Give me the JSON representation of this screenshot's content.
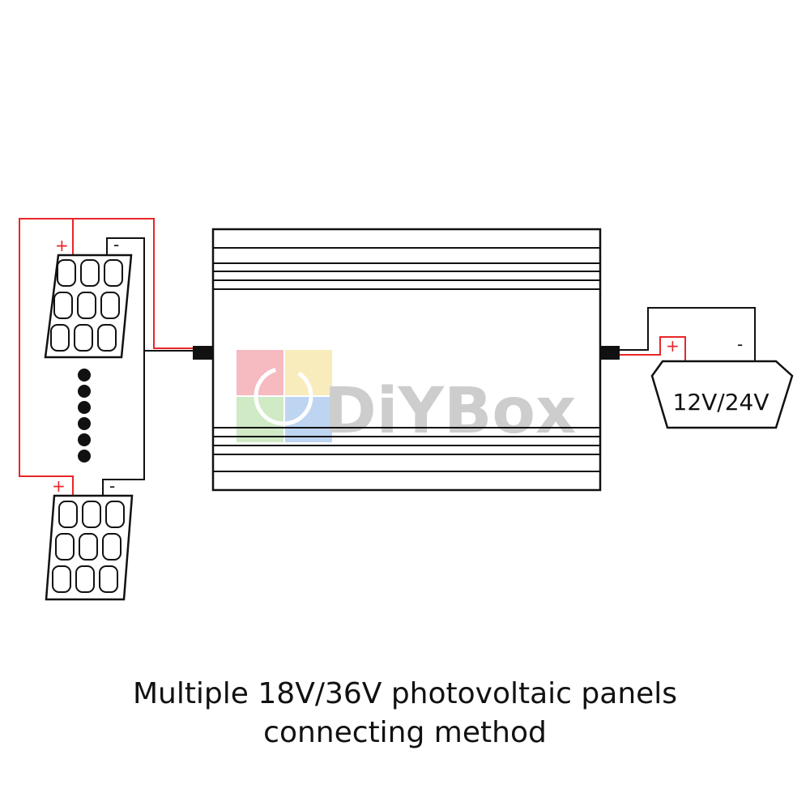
{
  "panel_top": {
    "plus": "+",
    "minus": "-"
  },
  "panel_bottom": {
    "plus": "+",
    "minus": "-"
  },
  "battery": {
    "plus": "+",
    "minus": "-",
    "label": "12V/24V"
  },
  "watermark": {
    "text": "DiYBox"
  },
  "caption": {
    "line1": "Multiple 18V/36V photovoltaic panels",
    "line2": "connecting method"
  },
  "colors": {
    "positive_wire": "#e8262a",
    "negative_wire": "#111111",
    "outline": "#111111",
    "watermark_red": "#f4a3ad",
    "watermark_yellow": "#f7e6a6",
    "watermark_green": "#bfe3b2",
    "watermark_blue": "#a9c8ee",
    "watermark_text": "#bdbdbd"
  }
}
